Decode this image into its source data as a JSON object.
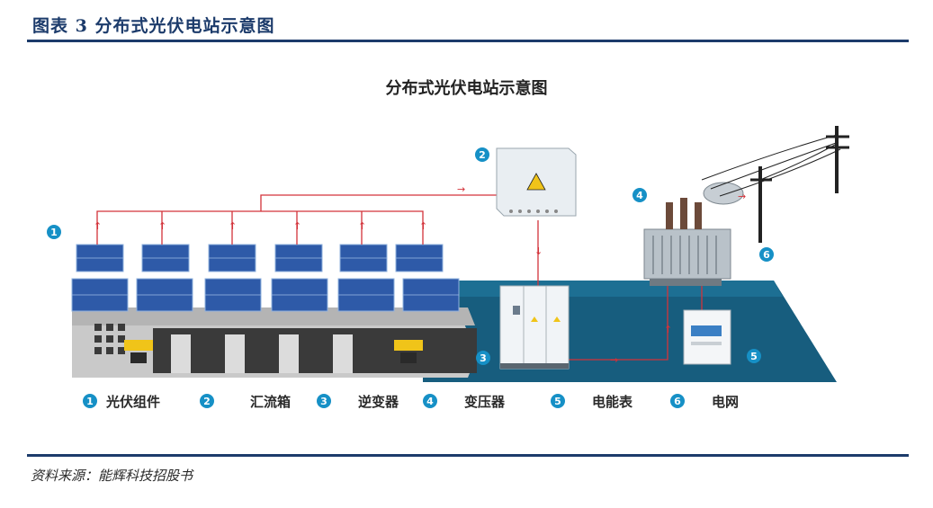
{
  "figure": {
    "title": "图表 3   分布式光伏电站示意图",
    "source": "资料来源：能辉科技招股书"
  },
  "diagram": {
    "title": "分布式光伏电站示意图",
    "legend": [
      {
        "num": "1",
        "label": "光伏组件"
      },
      {
        "num": "2",
        "label": "汇流箱"
      },
      {
        "num": "3",
        "label": "逆变器"
      },
      {
        "num": "4",
        "label": "变压器"
      },
      {
        "num": "5",
        "label": "电能表"
      },
      {
        "num": "6",
        "label": "电网"
      }
    ],
    "colors": {
      "accent": "#1c3b6b",
      "badge": "#1690c6",
      "ground": "#1a5c7a",
      "wire": "#d3333a",
      "panel": "#2e5aa8"
    }
  }
}
